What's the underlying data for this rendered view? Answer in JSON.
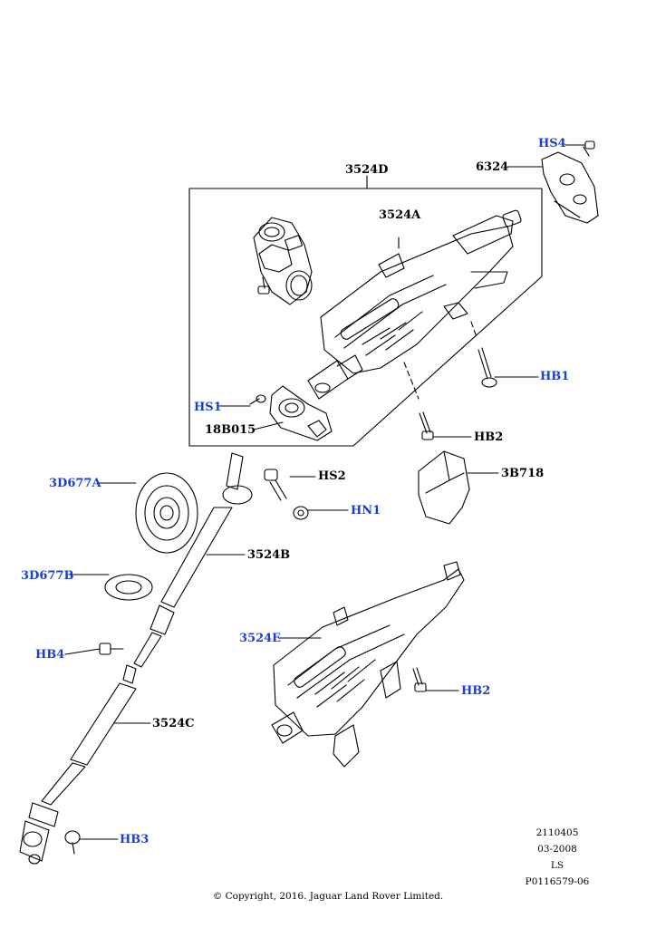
{
  "labels": {
    "hs4": "HS4",
    "p6324": "6324",
    "p3524d": "3524D",
    "p3524a": "3524A",
    "hb1": "HB1",
    "hs1": "HS1",
    "p18b015": "18B015",
    "hb2_top": "HB2",
    "p3d677a": "3D677A",
    "hs2": "HS2",
    "hn1": "HN1",
    "p3b718": "3B718",
    "p3524b": "3524B",
    "p3d677b": "3D677B",
    "hb4": "HB4",
    "p3524e": "3524E",
    "hb2_bottom": "HB2",
    "p3524c": "3524C",
    "hb3": "HB3"
  },
  "meta": {
    "line1": "2110405",
    "line2": "03-2008",
    "line3": "LS",
    "line4": "P0116579-06"
  },
  "copyright": "© Copyright, 2016. Jaguar Land Rover Limited.",
  "colors": {
    "callout_text": "#1a3fd0",
    "line": "#000000"
  }
}
